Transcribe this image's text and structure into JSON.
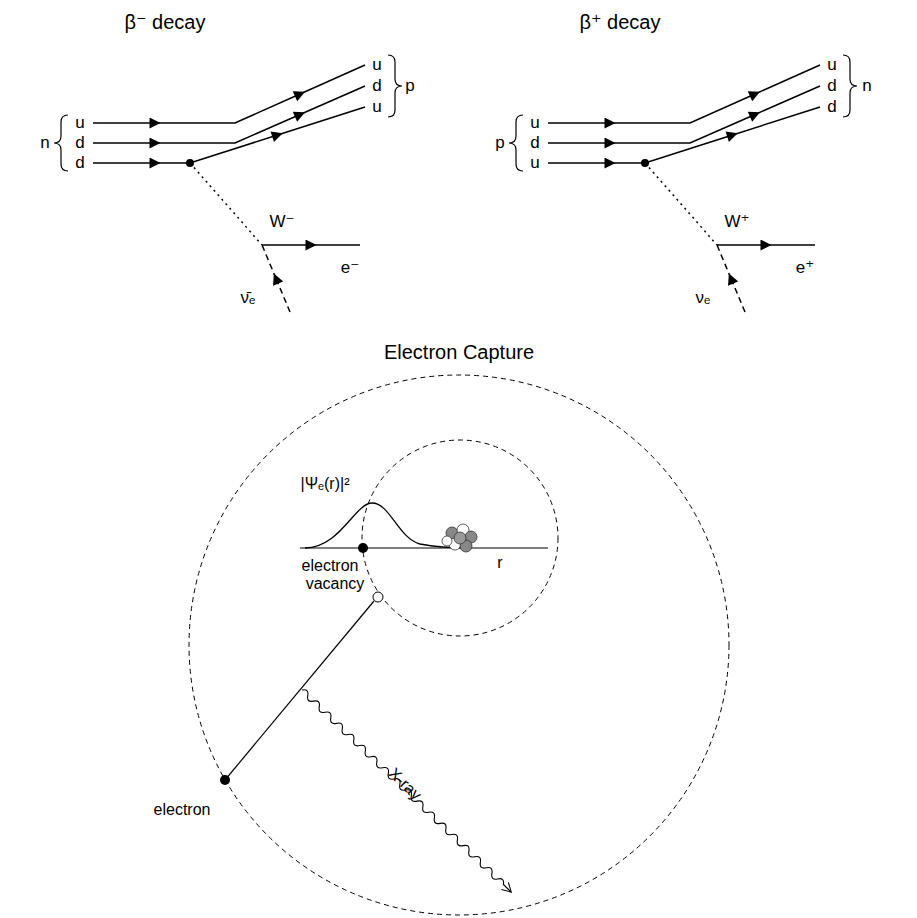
{
  "diagram": {
    "labels": [
      "β⁻ decay",
      "n",
      "u",
      "d",
      "d",
      "u",
      "d",
      "u",
      "p",
      "W⁻",
      "e⁻",
      "ν̄ₑ",
      "β⁺ decay",
      "p",
      "u",
      "d",
      "u",
      "u",
      "d",
      "d",
      "n",
      "W⁺",
      "e⁺",
      "νₑ",
      "Electron Capture",
      "|Ψₑ(r)|²",
      "electron",
      "r",
      "vacancy",
      "X-ray",
      "electron"
    ]
  }
}
